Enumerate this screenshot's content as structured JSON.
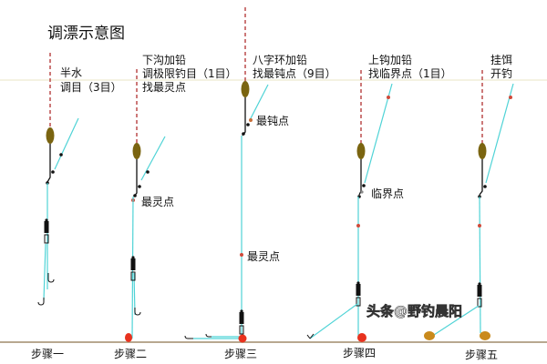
{
  "title": "调漂示意图",
  "colors": {
    "line": "#4fd3d6",
    "float": "#7a6410",
    "dash_red": "#b03030",
    "lead_red": "#e8321e",
    "bait": "#c98a1c",
    "ground": "#b8a890",
    "water": "#e9e6c6"
  },
  "steps": [
    {
      "label": "步骤一",
      "note": [
        "半水",
        "调目（3目）"
      ]
    },
    {
      "label": "步骤二",
      "note": [
        "下沟加铅",
        "调极限钓目（1目）",
        "找最灵点"
      ],
      "point_label": "最灵点"
    },
    {
      "label": "步骤三",
      "note": [
        "八字环加铅",
        "找最钝点（9目）"
      ],
      "point_label_top": "最钝点",
      "point_label": "最灵点"
    },
    {
      "label": "步骤四",
      "note": [
        "上钩加铅",
        "找临界点（1目）"
      ],
      "point_label": "临界点"
    },
    {
      "label": "步骤五",
      "note": [
        "挂饵",
        "开钓"
      ]
    }
  ],
  "watermark": "头条@野钓晨阳"
}
